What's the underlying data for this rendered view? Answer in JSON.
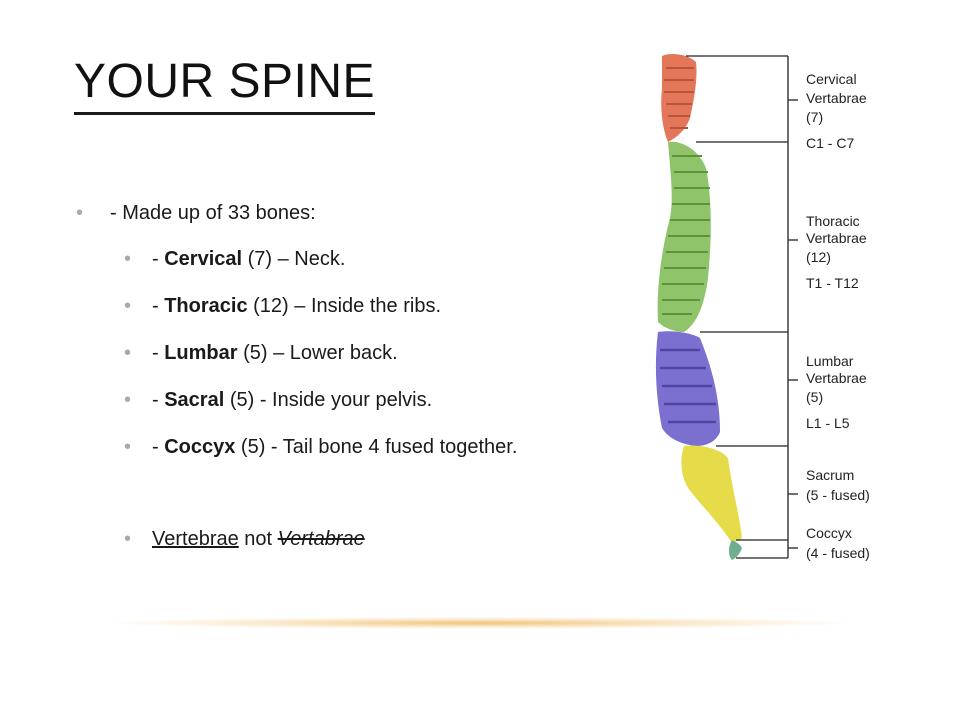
{
  "slide": {
    "title": "YOUR SPINE",
    "intro": "- Made up of 33 bones:",
    "items": [
      {
        "prefix": "- ",
        "name": "Cervical",
        "rest": " (7) – Neck."
      },
      {
        "prefix": "- ",
        "name": "Thoracic",
        "rest": " (12) – Inside the ribs."
      },
      {
        "prefix": "- ",
        "name": "Lumbar",
        "rest": " (5) – Lower back."
      },
      {
        "prefix": "- ",
        "name": "Sacral",
        "rest": " (5) - Inside your pelvis."
      },
      {
        "prefix": "- ",
        "name": "Coccyx",
        "rest": " (5) - Tail bone 4 fused together."
      }
    ],
    "footnote": {
      "correct": "Vertebrae",
      "middle": " not ",
      "wrong": "Vertabrae"
    },
    "bullet_glyph": "•"
  },
  "diagram": {
    "regions": [
      {
        "lines": [
          "Cervical",
          "Vertabrae",
          "(7)",
          "C1 - C7"
        ],
        "color": "#e4775a"
      },
      {
        "lines": [
          "Thoracic",
          "Vertabrae",
          "(12)",
          "T1 - T12"
        ],
        "color": "#8fc46a"
      },
      {
        "lines": [
          "Lumbar",
          "Vertabrae",
          "(5)",
          "L1 - L5"
        ],
        "color": "#7b6fd0"
      },
      {
        "lines": [
          "Sacrum",
          "(5 - fused)"
        ],
        "color": "#e6dc4a"
      },
      {
        "lines": [
          "Coccyx",
          "(4 - fused)"
        ],
        "color": "#6fae8e"
      }
    ]
  }
}
